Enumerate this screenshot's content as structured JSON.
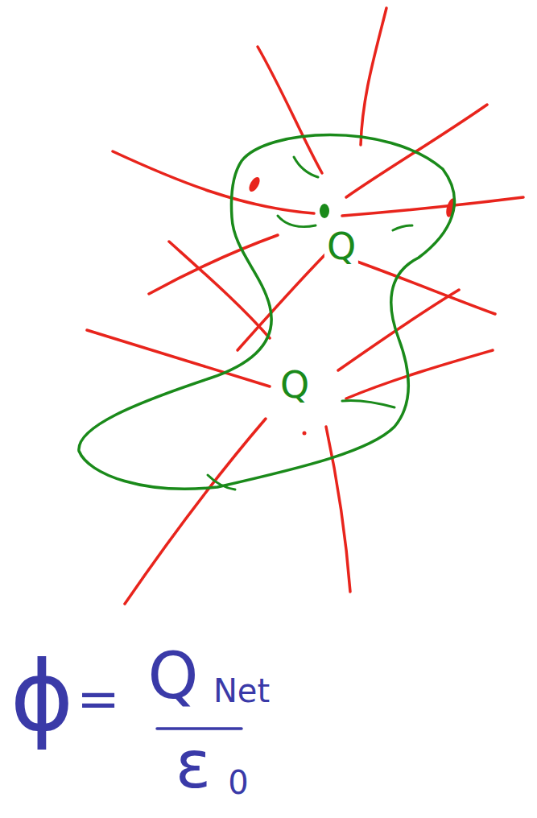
{
  "diagram": {
    "labels": [
      "Q",
      "Q",
      "ϕ",
      "=",
      "Q",
      "Net",
      "ε",
      "0"
    ]
  }
}
